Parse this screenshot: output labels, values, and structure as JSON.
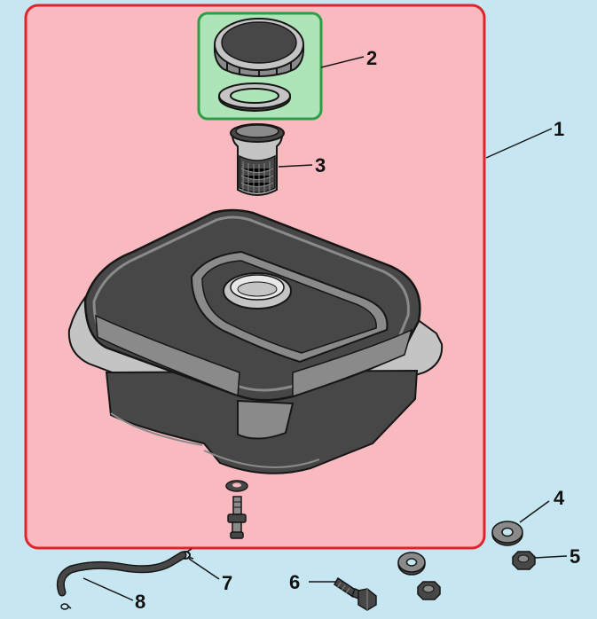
{
  "diagram": {
    "colors": {
      "background": "#c6e7f1",
      "assembly_box_fill": "#f8b9bf",
      "assembly_box_stroke": "#e0242c",
      "cap_box_fill": "#aee5b8",
      "cap_box_stroke": "#2e9e46",
      "part_dark": "#474747",
      "part_mid": "#8a8a8a",
      "part_light": "#c4c4c4",
      "outline": "#161616"
    },
    "parts": [
      {
        "number": "1",
        "name": "fuel-tank-assembly"
      },
      {
        "number": "2",
        "name": "fuel-cap-and-gasket"
      },
      {
        "number": "3",
        "name": "fuel-filter-strainer"
      },
      {
        "number": "4",
        "name": "washer"
      },
      {
        "number": "5",
        "name": "nut"
      },
      {
        "number": "6",
        "name": "bolt"
      },
      {
        "number": "7",
        "name": "hose-clamp"
      },
      {
        "number": "8",
        "name": "fuel-hose"
      }
    ]
  }
}
